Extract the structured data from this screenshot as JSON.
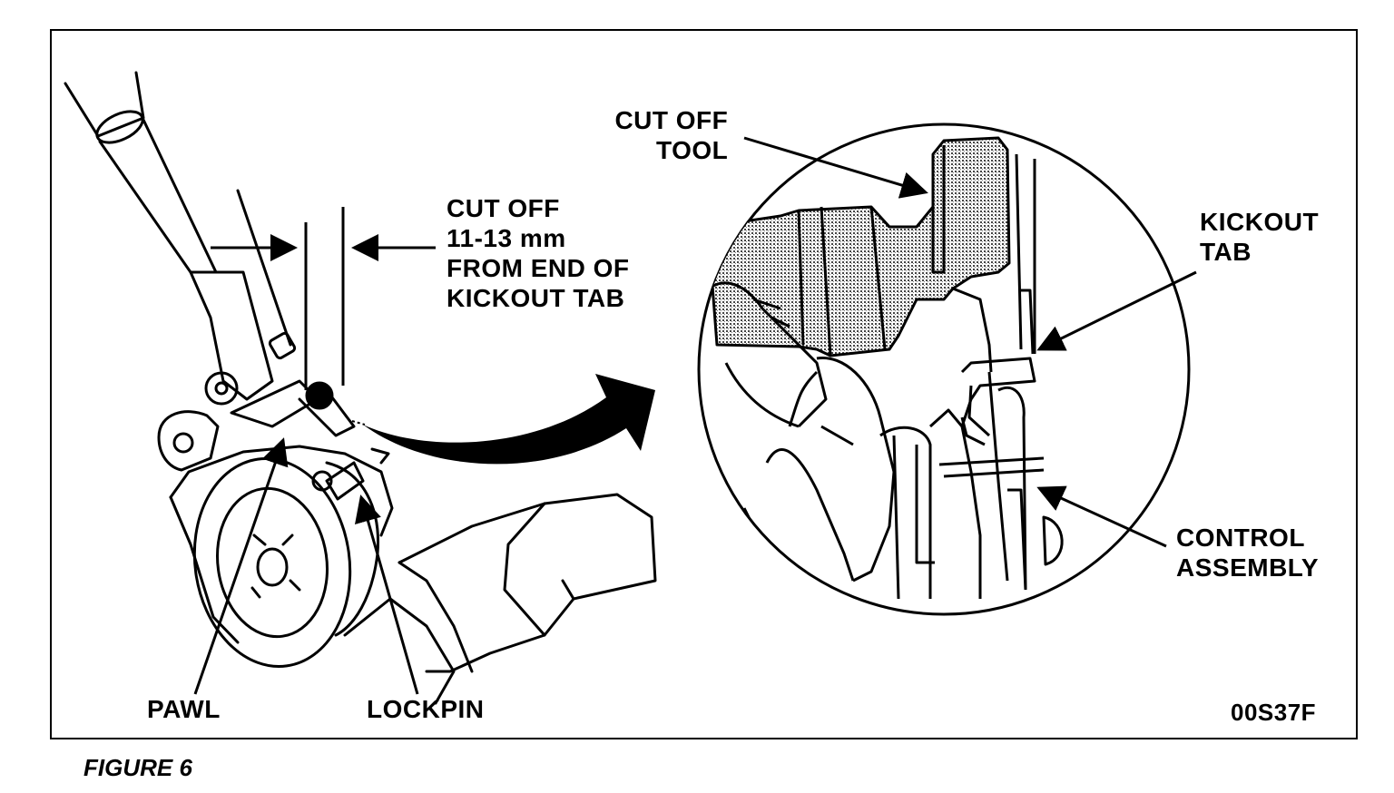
{
  "callouts": {
    "cut_off_dimension": [
      "CUT OFF",
      "11-13 mm",
      "FROM END OF",
      "KICKOUT TAB"
    ],
    "cut_off_tool": [
      "CUT OFF",
      "TOOL"
    ],
    "kickout_tab": [
      "KICKOUT",
      "TAB"
    ],
    "control_assembly": [
      "CONTROL",
      "ASSEMBLY"
    ],
    "pawl": "PAWL",
    "lockpin": "LOCKPIN"
  },
  "figure_code": "00S37F",
  "caption": "FIGURE 6",
  "colors": {
    "ink": "#000000",
    "paper": "#ffffff",
    "shading": "#9a9a9a"
  }
}
